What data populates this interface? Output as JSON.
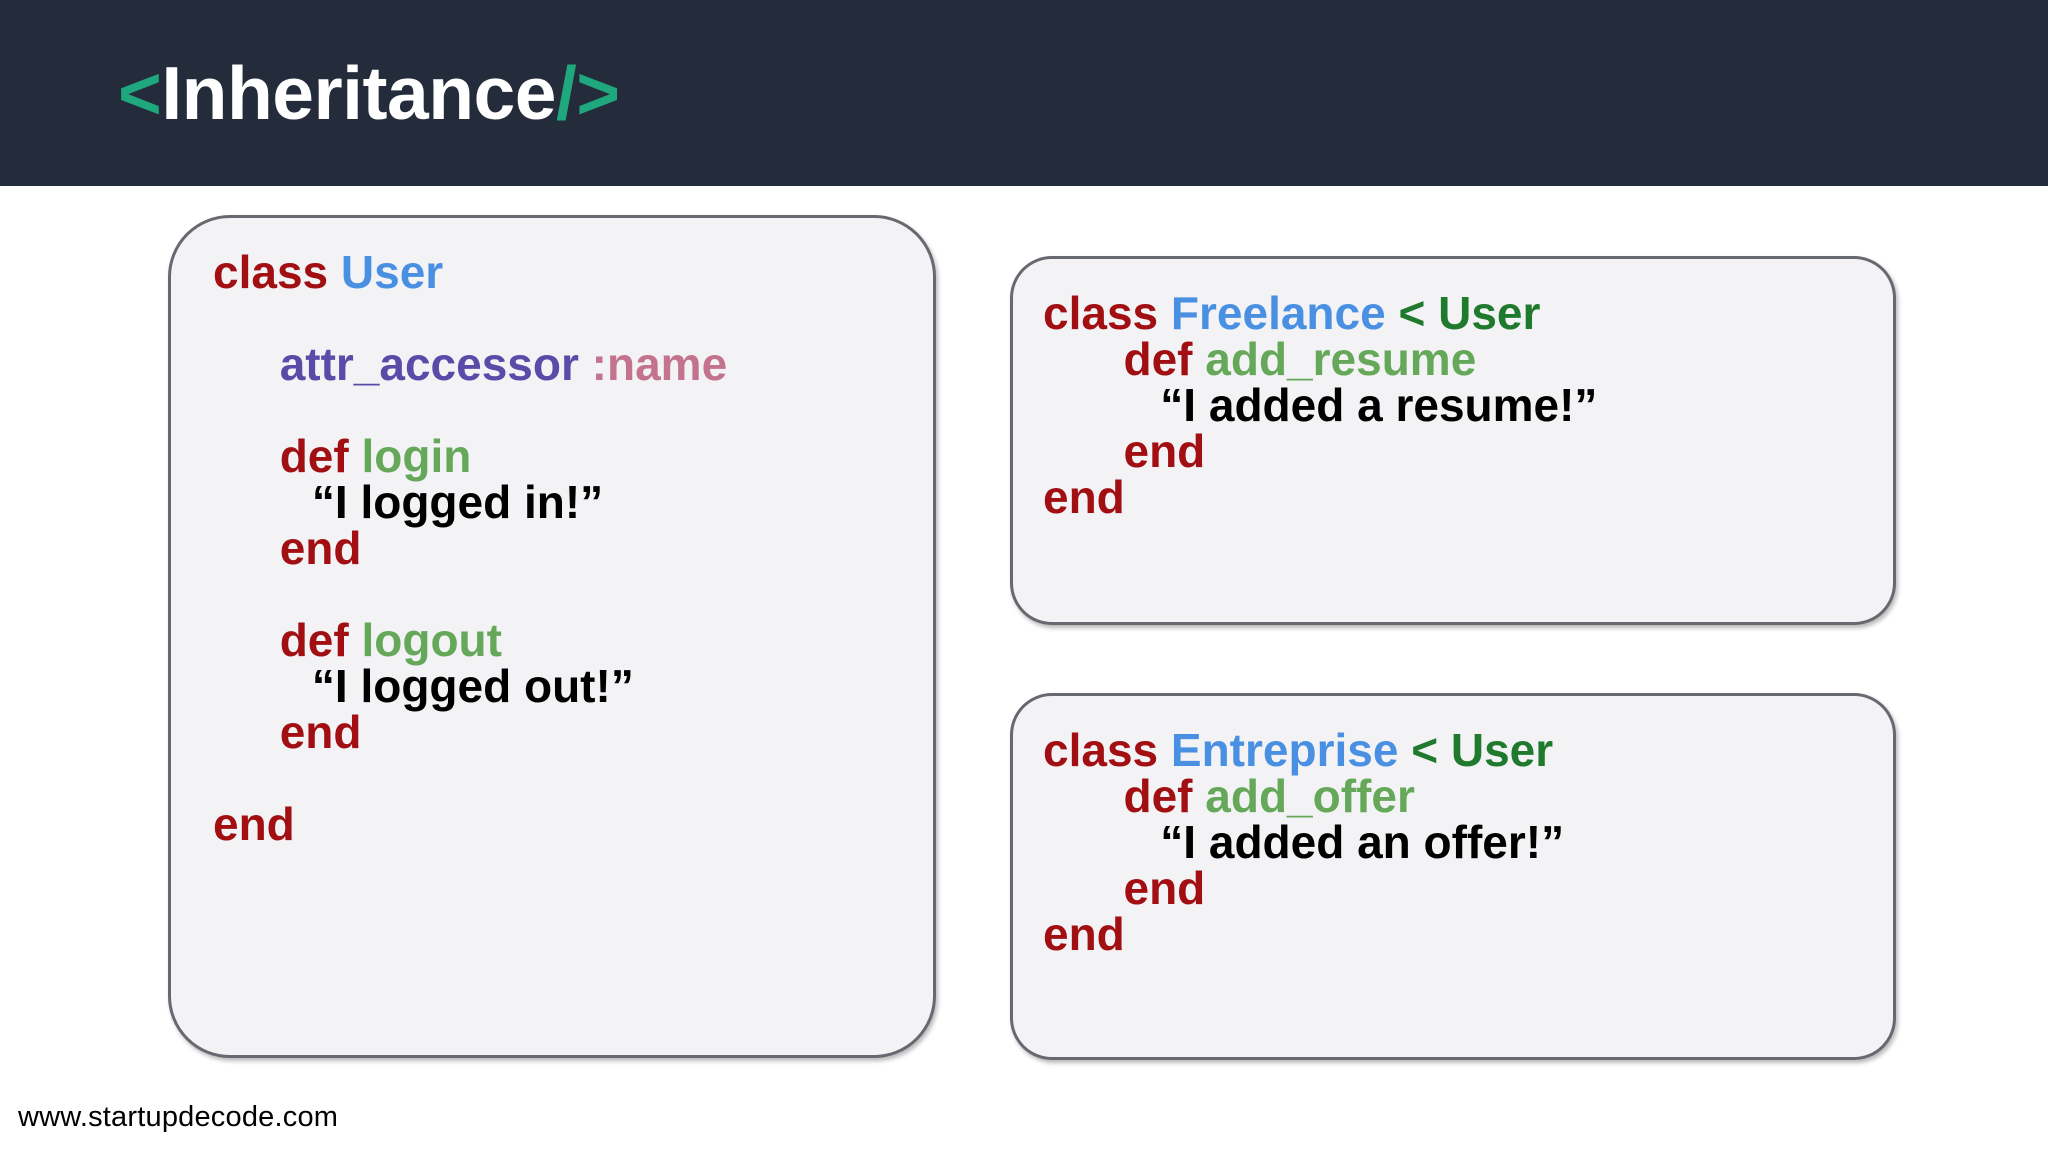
{
  "header": {
    "open_bracket": "<",
    "title": "Inheritance",
    "close_bracket": "/>",
    "background_color": "#242b3a",
    "bracket_color": "#1fa77e",
    "title_color": "#ffffff"
  },
  "colors": {
    "keyword": "#a10f12",
    "class_name": "#4a90e2",
    "superclass": "#1f7a2e",
    "attr_accessor": "#5b4ba8",
    "symbol": "#c4738f",
    "method": "#66a85a",
    "string": "#000000",
    "card_background": "#f3f2f5",
    "card_border": "#666a70"
  },
  "cards": {
    "user": {
      "title": "class User",
      "lines": [
        {
          "indent": 0,
          "tokens": [
            {
              "text": "class ",
              "style": "kw"
            },
            {
              "text": "User",
              "style": "cls"
            }
          ]
        },
        {
          "indent": 0,
          "tokens": [
            {
              "text": " ",
              "style": "blank"
            }
          ]
        },
        {
          "indent": 1,
          "tokens": [
            {
              "text": "attr_accessor ",
              "style": "attr"
            },
            {
              "text": ":name",
              "style": "sym"
            }
          ]
        },
        {
          "indent": 0,
          "tokens": [
            {
              "text": " ",
              "style": "blank"
            }
          ]
        },
        {
          "indent": 1,
          "tokens": [
            {
              "text": "def ",
              "style": "kw"
            },
            {
              "text": "login",
              "style": "mth"
            }
          ]
        },
        {
          "indent": 1.5,
          "tokens": [
            {
              "text": "“I logged in!”",
              "style": "str"
            }
          ]
        },
        {
          "indent": 1,
          "tokens": [
            {
              "text": "end",
              "style": "kw"
            }
          ]
        },
        {
          "indent": 0,
          "tokens": [
            {
              "text": " ",
              "style": "blank"
            }
          ]
        },
        {
          "indent": 1,
          "tokens": [
            {
              "text": "def ",
              "style": "kw"
            },
            {
              "text": "logout",
              "style": "mth"
            }
          ]
        },
        {
          "indent": 1.5,
          "tokens": [
            {
              "text": "“I logged out!”",
              "style": "str"
            }
          ]
        },
        {
          "indent": 1,
          "tokens": [
            {
              "text": "end",
              "style": "kw"
            }
          ]
        },
        {
          "indent": 0,
          "tokens": [
            {
              "text": " ",
              "style": "blank"
            }
          ]
        },
        {
          "indent": 0,
          "tokens": [
            {
              "text": "end",
              "style": "kw"
            }
          ]
        }
      ]
    },
    "freelance": {
      "title": "class Freelance < User",
      "lines": [
        {
          "indent": 0,
          "tokens": [
            {
              "text": "class ",
              "style": "kw"
            },
            {
              "text": "Freelance ",
              "style": "cls"
            },
            {
              "text": "< User",
              "style": "sup"
            }
          ]
        },
        {
          "indent": 1,
          "tokens": [
            {
              "text": "def ",
              "style": "kw"
            },
            {
              "text": "add_resume",
              "style": "mth"
            }
          ]
        },
        {
          "indent": 1.5,
          "tokens": [
            {
              "text": "“I added a resume!”",
              "style": "str"
            }
          ]
        },
        {
          "indent": 1,
          "tokens": [
            {
              "text": "end",
              "style": "kw"
            }
          ]
        },
        {
          "indent": 0,
          "tokens": [
            {
              "text": "end",
              "style": "kw"
            }
          ]
        }
      ]
    },
    "entreprise": {
      "title": "class Entreprise < User",
      "lines": [
        {
          "indent": 0,
          "tokens": [
            {
              "text": "class ",
              "style": "kw"
            },
            {
              "text": "Entreprise ",
              "style": "cls"
            },
            {
              "text": "< User",
              "style": "sup"
            }
          ]
        },
        {
          "indent": 1,
          "tokens": [
            {
              "text": "def ",
              "style": "kw"
            },
            {
              "text": "add_offer",
              "style": "mth"
            }
          ]
        },
        {
          "indent": 1.5,
          "tokens": [
            {
              "text": "“I added an offer!”",
              "style": "str"
            }
          ]
        },
        {
          "indent": 1,
          "tokens": [
            {
              "text": "end",
              "style": "kw"
            }
          ]
        },
        {
          "indent": 0,
          "tokens": [
            {
              "text": "end",
              "style": "kw"
            }
          ]
        }
      ]
    }
  },
  "footer": {
    "url": "www.startupdecode.com"
  }
}
